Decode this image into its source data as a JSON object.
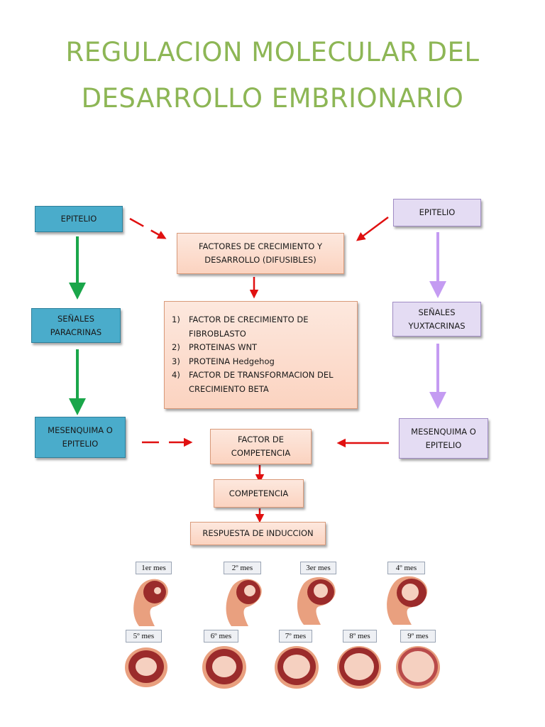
{
  "title": {
    "line1": "REGULACION MOLECULAR DEL",
    "line2": "DESARROLLO EMBRIONARIO"
  },
  "left_column": {
    "epitelio": "EPITELIO",
    "senales_line1": "SEÑALES",
    "senales_line2": "PARACRINAS",
    "mesenquima_line1": "MESENQUIMA O",
    "mesenquima_line2": "EPITELIO"
  },
  "right_column": {
    "epitelio": "EPITELIO",
    "senales_line1": "SEÑALES",
    "senales_line2": "YUXTACRINAS",
    "mesenquima_line1": "MESENQUIMA O",
    "mesenquima_line2": "EPITELIO"
  },
  "center": {
    "factores_line1": "FACTORES DE CRECIMIENTO Y",
    "factores_line2": "DESARROLLO (DIFUSIBLES)",
    "list": [
      {
        "num": "1)",
        "line1": "FACTOR DE CRECIMIENTO DE",
        "line2": "FIBROBLASTO"
      },
      {
        "num": "2)",
        "line1": "PROTEINAS WNT",
        "line2": ""
      },
      {
        "num": "3)",
        "line1": "PROTEINA Hedgehog",
        "line2": ""
      },
      {
        "num": "4)",
        "line1": "FACTOR DE TRANSFORMACION DEL",
        "line2": "CRECIMIENTO BETA"
      }
    ],
    "factor_comp_line1": "FACTOR DE",
    "factor_comp_line2": "COMPETENCIA",
    "competencia": "COMPETENCIA",
    "respuesta": "RESPUESTA DE INDUCCION"
  },
  "months": {
    "m1": "1er mes",
    "m2": "2º mes",
    "m3": "3er mes",
    "m4": "4º mes",
    "m5": "5º mes",
    "m6": "6º mes",
    "m7": "7º mes",
    "m8": "8º mes",
    "m9": "9º mes"
  },
  "colors": {
    "title": "#8db655",
    "blue_box": "#4aaccb",
    "purple_box": "#e4dcf3",
    "peach_box": "#fbd3c0",
    "green_arrow": "#1aa64a",
    "purple_arrow": "#c49bf2",
    "red_arrow": "#e01010"
  }
}
